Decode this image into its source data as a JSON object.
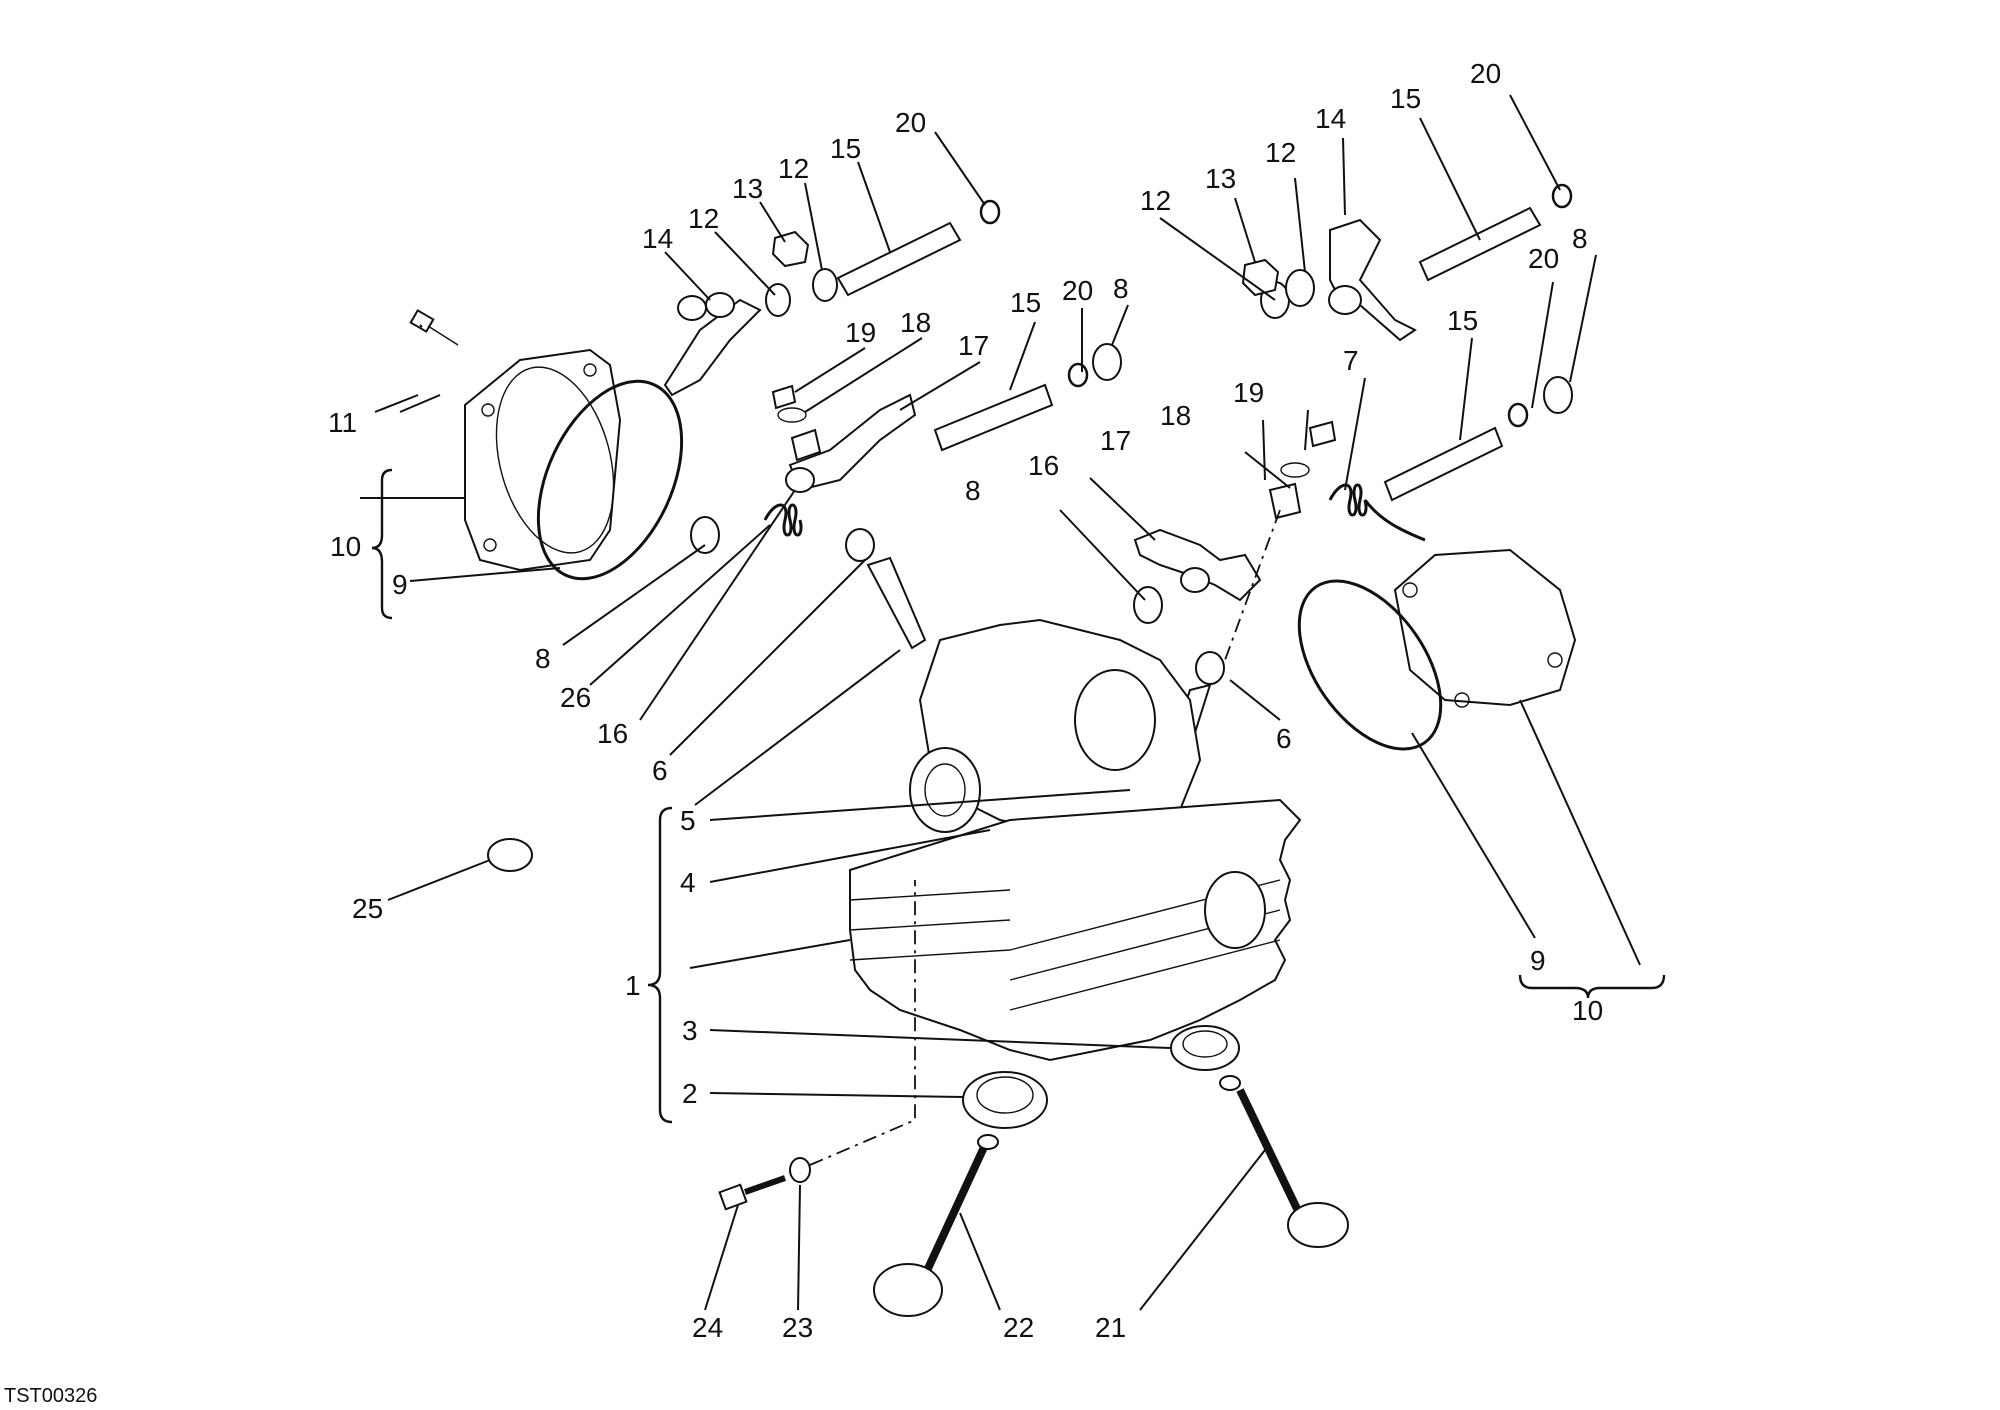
{
  "diagram_code": "TST00326",
  "callouts": {
    "c1": "1",
    "c2": "2",
    "c3": "3",
    "c4": "4",
    "c5": "5",
    "c6a": "6",
    "c6b": "6",
    "c7": "7",
    "c8a": "8",
    "c8b": "8",
    "c8c": "8",
    "c8d": "8",
    "c9a": "9",
    "c9b": "9",
    "c10a": "10",
    "c10b": "10",
    "c11": "11",
    "c12a": "12",
    "c12b": "12",
    "c12c": "12",
    "c12d": "12",
    "c13a": "13",
    "c13b": "13",
    "c14a": "14",
    "c14b": "14",
    "c15a": "15",
    "c15b": "15",
    "c15c": "15",
    "c15d": "15",
    "c16a": "16",
    "c16b": "16",
    "c17a": "17",
    "c17b": "17",
    "c18a": "18",
    "c18b": "18",
    "c19a": "19",
    "c19b": "19",
    "c20a": "20",
    "c20b": "20",
    "c20c": "20",
    "c20d": "20",
    "c21": "21",
    "c22": "22",
    "c23": "23",
    "c24": "24",
    "c25": "25",
    "c26": "26"
  }
}
